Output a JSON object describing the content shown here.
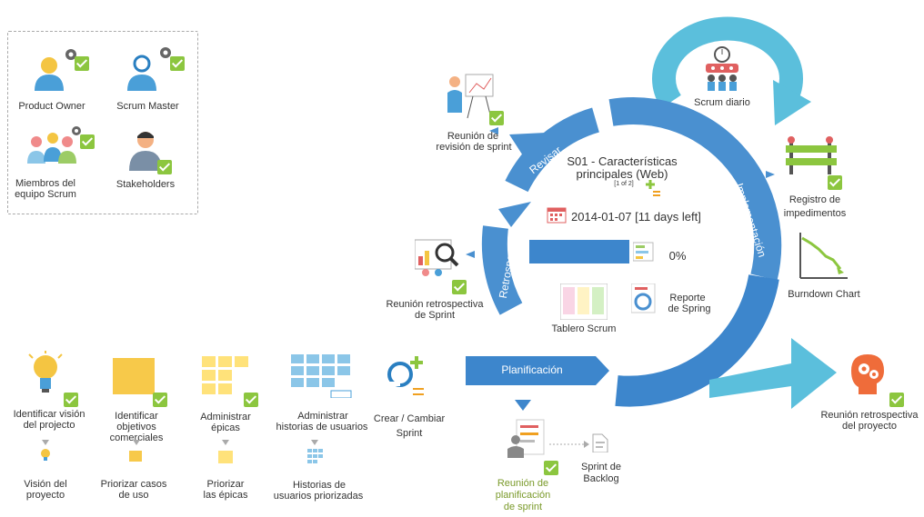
{
  "roles": {
    "product_owner": "Product Owner",
    "scrum_master": "Scrum Master",
    "team_members": [
      "Miembros del",
      "equipo Scrum"
    ],
    "stakeholders": "Stakeholders"
  },
  "cycle": {
    "revisar": "Revisar",
    "retrospeccion": "Retrospección",
    "implementacion": "Implementación",
    "planificacion": "Planificación"
  },
  "sprint": {
    "title": [
      "S01 - Características",
      "principales (Web)"
    ],
    "pager": "[1 of 2]",
    "date": "2014-01-07 [11 days left]",
    "progress_percent": "0%",
    "progress": 0
  },
  "center_tools": {
    "tablero": "Tablero Scrum",
    "reporte": [
      "Reporte",
      "de Spring"
    ]
  },
  "meetings": {
    "revision": [
      "Reunión de",
      "revisión de sprint"
    ],
    "retro_sprint": [
      "Reunión retrospectiva",
      "de Sprint"
    ],
    "daily": "Scrum diario",
    "impedimentos": [
      "Registro de",
      "impedimentos"
    ],
    "burndown": "Burndown Chart",
    "retro_project": [
      "Reunión retrospectiva",
      "del proyecto"
    ],
    "planning": [
      "Reunión de",
      "planificación",
      "de sprint"
    ],
    "backlog": [
      "Sprint de",
      "Backlog"
    ],
    "create_sprint": [
      "Crear / Cambiar",
      "Sprint"
    ]
  },
  "steps": [
    {
      "top": [
        "Identificar visión",
        "del projecto"
      ],
      "bottom": [
        "Visión del",
        "proyecto"
      ]
    },
    {
      "top": [
        "Identificar",
        "objetivos",
        "comerciales"
      ],
      "bottom": [
        "Priorizar casos",
        "de uso"
      ]
    },
    {
      "top": [
        "Administrar",
        "épicas"
      ],
      "bottom": [
        "Priorizar",
        "las épicas"
      ]
    },
    {
      "top": [
        "Administrar",
        "historias de usuarios"
      ],
      "bottom": [
        "Historias de",
        "usuarios priorizadas"
      ]
    }
  ]
}
